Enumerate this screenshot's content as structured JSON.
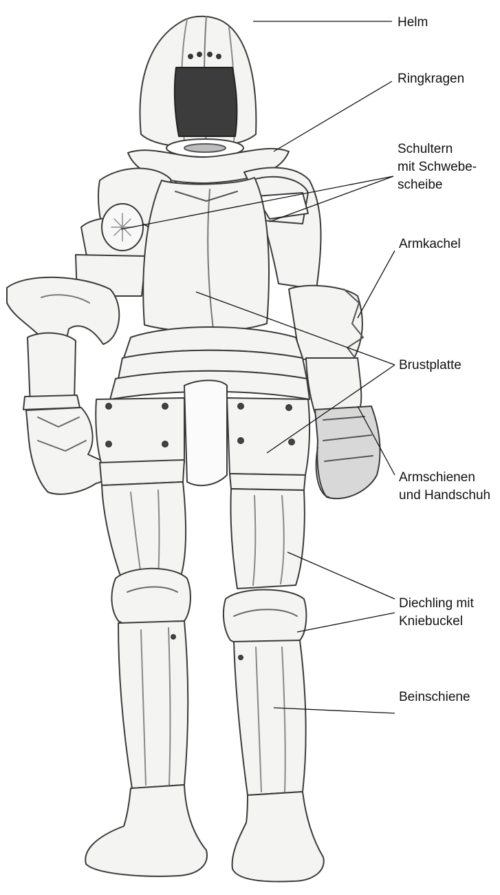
{
  "labels": {
    "helm": "Helm",
    "ringkragen": "Ringkragen",
    "schultern": [
      "Schultern",
      "mit Schwebe-",
      "scheibe"
    ],
    "armkachel": "Armkachel",
    "brustplatte": "Brustplatte",
    "armschienen": [
      "Armschienen",
      "und Handschuh"
    ],
    "diechling": [
      "Diechling mit",
      "Kniebuckel"
    ],
    "beinschiene": "Beinschiene"
  },
  "colors": {
    "outline": "#3a3a3a",
    "shade": "#9a9a9a",
    "visor": "#3c3c3c",
    "leader": "#111111",
    "text": "#111111"
  }
}
